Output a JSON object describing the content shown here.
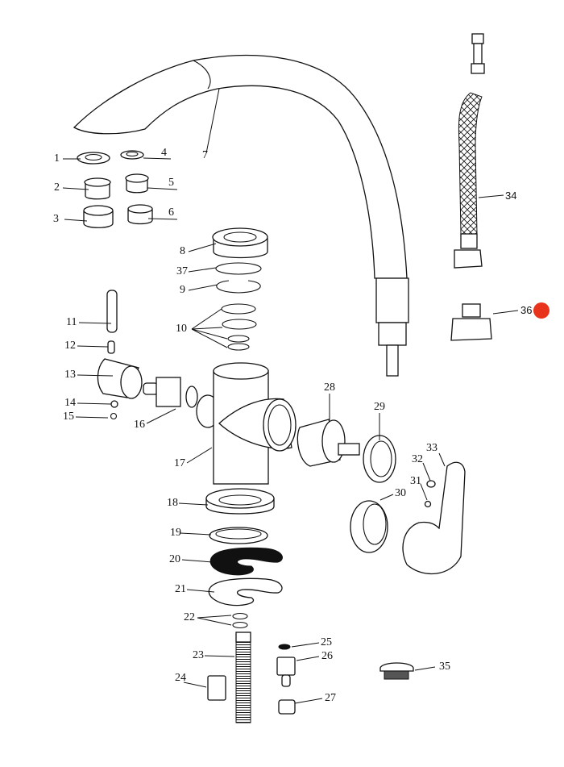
{
  "diagram": {
    "title": "Kitchen faucet exploded parts view",
    "highlight_color": "#e8341c",
    "highlighted_part": "36",
    "parts": [
      {
        "id": "1"
      },
      {
        "id": "2"
      },
      {
        "id": "3"
      },
      {
        "id": "4"
      },
      {
        "id": "5"
      },
      {
        "id": "6"
      },
      {
        "id": "7"
      },
      {
        "id": "8"
      },
      {
        "id": "37"
      },
      {
        "id": "9"
      },
      {
        "id": "10"
      },
      {
        "id": "11"
      },
      {
        "id": "12"
      },
      {
        "id": "13"
      },
      {
        "id": "14"
      },
      {
        "id": "15"
      },
      {
        "id": "16"
      },
      {
        "id": "17"
      },
      {
        "id": "18"
      },
      {
        "id": "19"
      },
      {
        "id": "20"
      },
      {
        "id": "21"
      },
      {
        "id": "22"
      },
      {
        "id": "23"
      },
      {
        "id": "24"
      },
      {
        "id": "25"
      },
      {
        "id": "26"
      },
      {
        "id": "27"
      },
      {
        "id": "28"
      },
      {
        "id": "29"
      },
      {
        "id": "30"
      },
      {
        "id": "31"
      },
      {
        "id": "32"
      },
      {
        "id": "33"
      },
      {
        "id": "34"
      },
      {
        "id": "35"
      },
      {
        "id": "36"
      }
    ]
  }
}
